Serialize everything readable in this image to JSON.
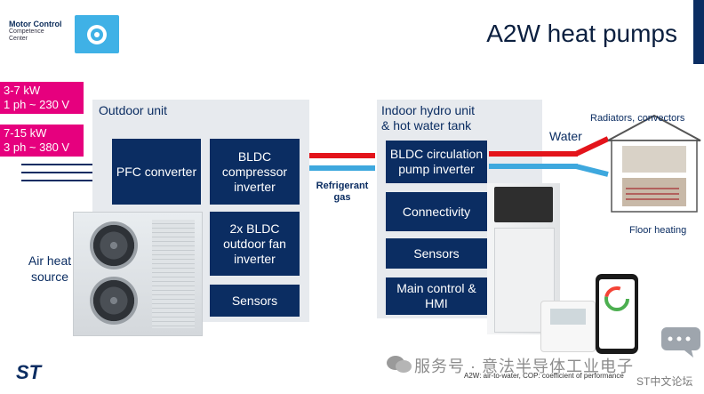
{
  "header": {
    "logo_line1": "Motor Control",
    "logo_line2": "Competence",
    "logo_line3": "Center",
    "title": "A2W heat pumps"
  },
  "power": {
    "single_phase_power": "3-7 kW",
    "single_phase_voltage": "1 ph ~ 230 V",
    "three_phase_power": "7-15 kW",
    "three_phase_voltage": "3 ph ~ 380 V"
  },
  "outdoor": {
    "label": "Outdoor unit",
    "pfc": "PFC converter",
    "compressor": "BLDC compressor inverter",
    "fan": "2x BLDC outdoor fan inverter",
    "sensors": "Sensors",
    "source_label": "Air heat source"
  },
  "refrigerant_label": "Refrigerant gas",
  "indoor": {
    "label_line1": "Indoor hydro unit",
    "label_line2": "& hot water tank",
    "pump": "BLDC circulation pump inverter",
    "connectivity": "Connectivity",
    "sensors": "Sensors",
    "main_control": "Main control & HMI"
  },
  "right": {
    "water_label": "Water",
    "radiators_label": "Radiators, convectors",
    "floor_label": "Floor heating"
  },
  "footer": {
    "footnote": "A2W: air-to-water, COP: coefficient of performance",
    "watermark": "服务号 · 意法半导体工业电子",
    "forum": "ST中文论坛",
    "st_logo": "ST"
  },
  "colors": {
    "navy": "#0b2d62",
    "pink": "#e6007e",
    "red_pipe": "#e3141b",
    "blue_pipe": "#3ea8de",
    "panel_grey": "#e7eaee"
  }
}
